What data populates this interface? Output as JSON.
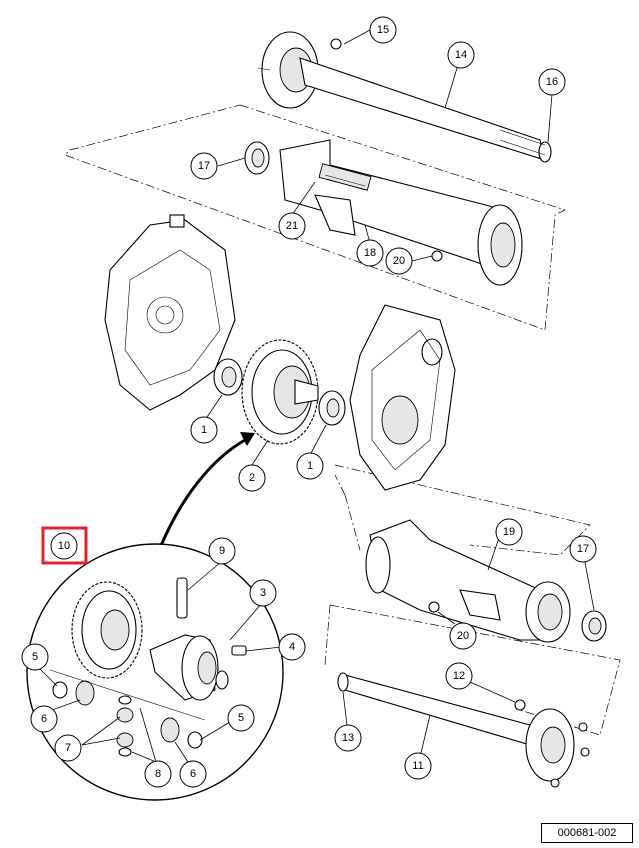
{
  "diagram": {
    "figure_code": "000681-002",
    "highlight_color": "#e0222b",
    "highlighted_callout": "10",
    "callouts": {
      "c15": "15",
      "c14": "14",
      "c16": "16",
      "c17a": "17",
      "c21": "21",
      "c18": "18",
      "c20a": "20",
      "c1a": "1",
      "c1b": "1",
      "c2": "2",
      "c10": "10",
      "c9": "9",
      "c3": "3",
      "c4": "4",
      "c5a": "5",
      "c6a": "6",
      "c7": "7",
      "c8": "8",
      "c5b": "5",
      "c6b": "6",
      "c19": "19",
      "c17b": "17",
      "c20b": "20",
      "c12": "12",
      "c13": "13",
      "c11": "11"
    }
  }
}
